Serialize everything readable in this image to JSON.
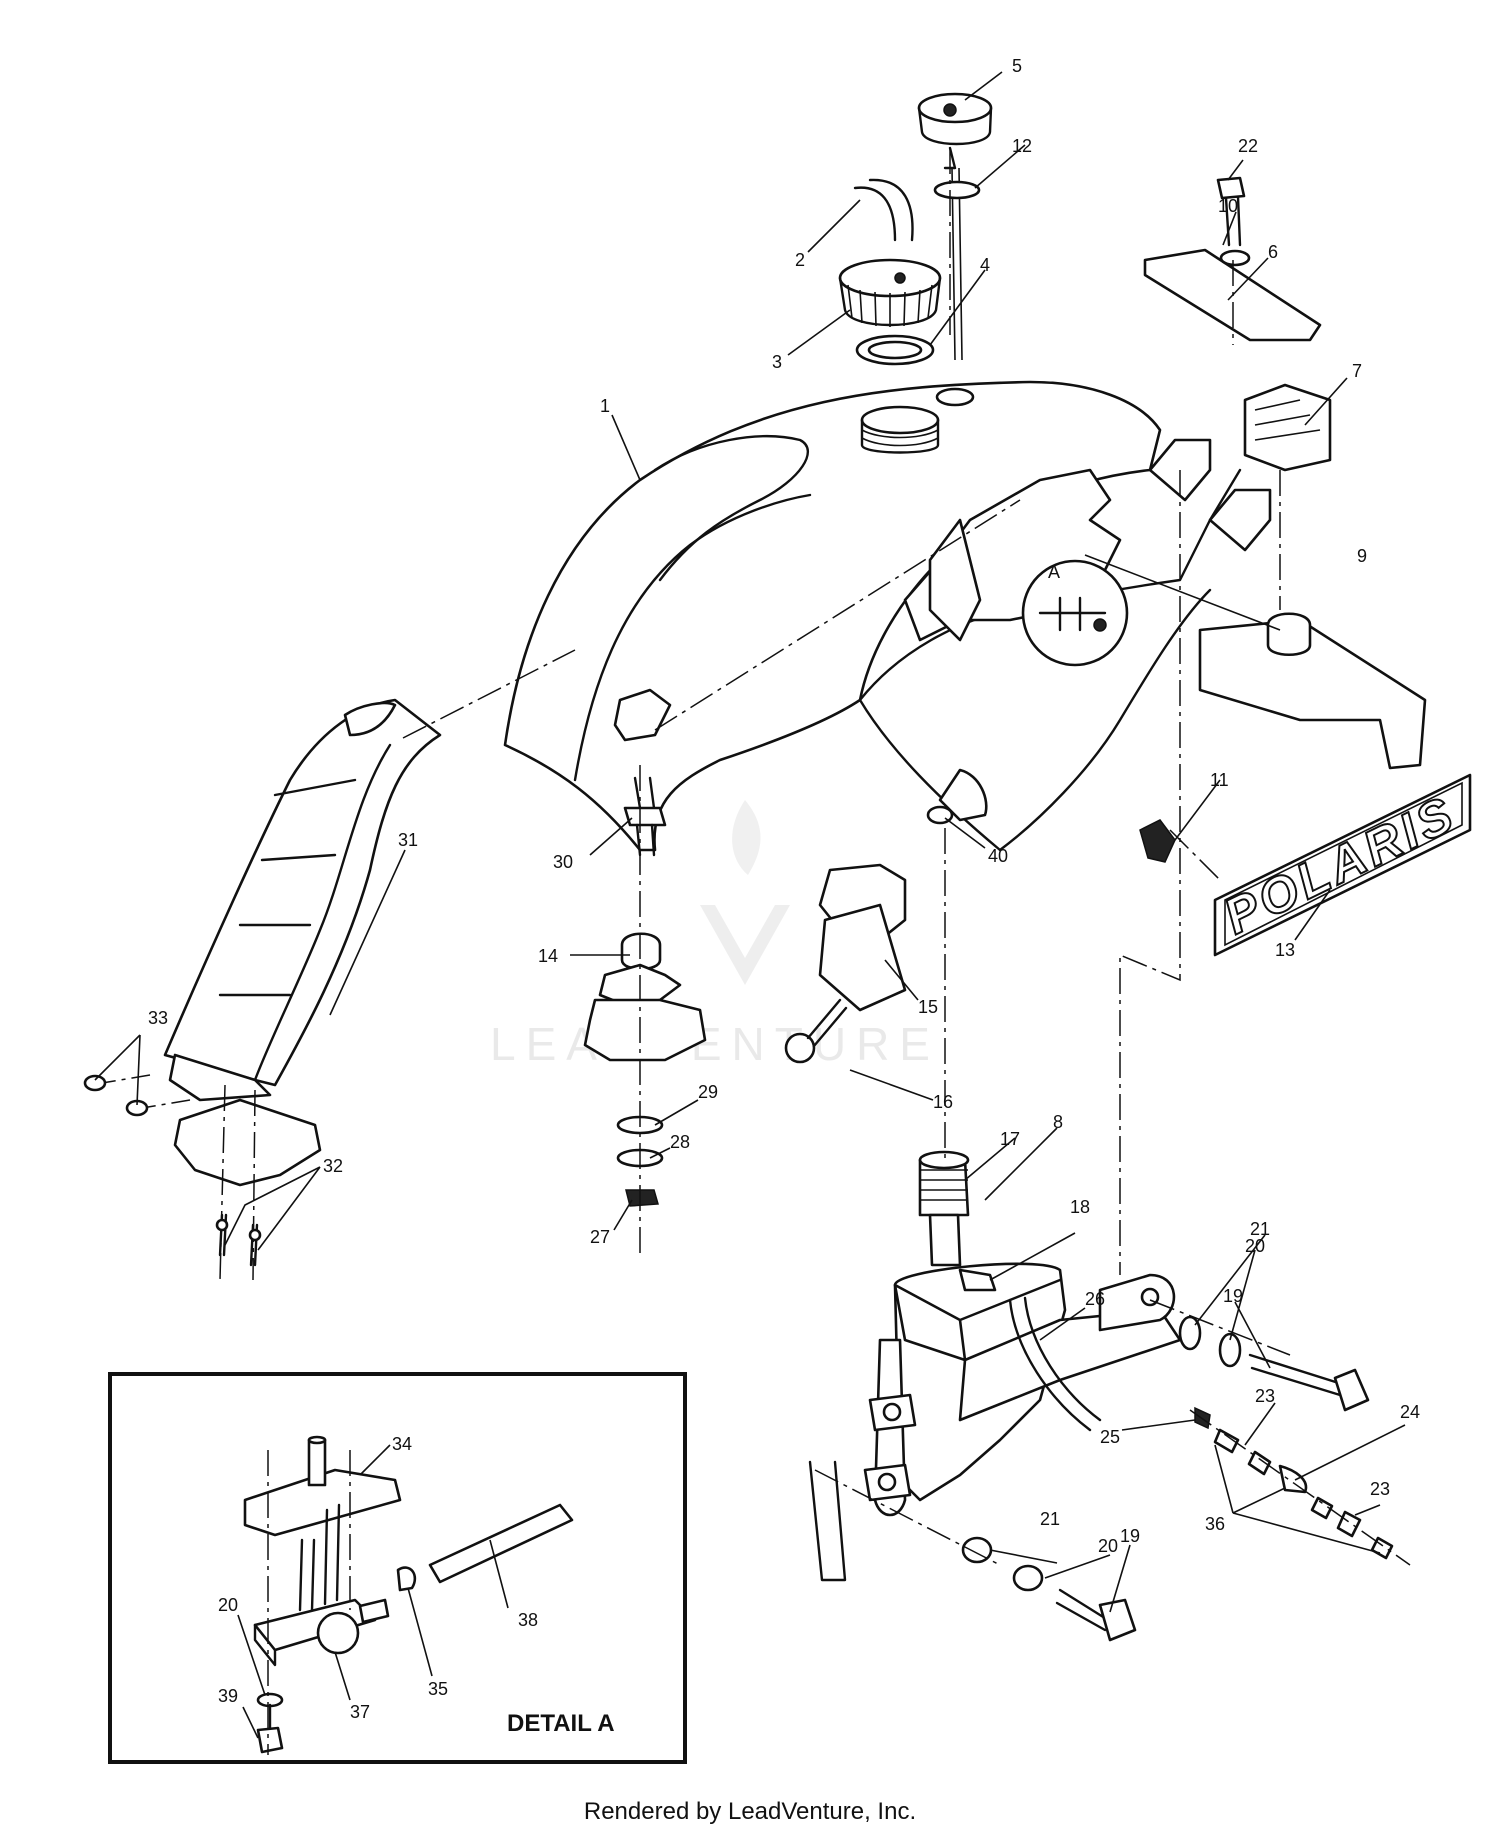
{
  "diagram": {
    "callouts": [
      {
        "id": "c1",
        "text": "1"
      },
      {
        "id": "c2",
        "text": "2"
      },
      {
        "id": "c3",
        "text": "3"
      },
      {
        "id": "c4",
        "text": "4"
      },
      {
        "id": "c5",
        "text": "5"
      },
      {
        "id": "c6",
        "text": "6"
      },
      {
        "id": "c7",
        "text": "7"
      },
      {
        "id": "c8",
        "text": "8"
      },
      {
        "id": "c9",
        "text": "9"
      },
      {
        "id": "c10",
        "text": "10"
      },
      {
        "id": "c11",
        "text": "11"
      },
      {
        "id": "c12",
        "text": "12"
      },
      {
        "id": "c13",
        "text": "13"
      },
      {
        "id": "c14",
        "text": "14"
      },
      {
        "id": "c15",
        "text": "15"
      },
      {
        "id": "c16",
        "text": "16"
      },
      {
        "id": "c17",
        "text": "17"
      },
      {
        "id": "c18",
        "text": "18"
      },
      {
        "id": "c19a",
        "text": "19"
      },
      {
        "id": "c19b",
        "text": "19"
      },
      {
        "id": "c20a",
        "text": "20"
      },
      {
        "id": "c20b",
        "text": "20"
      },
      {
        "id": "c20c",
        "text": "20"
      },
      {
        "id": "c21a",
        "text": "21"
      },
      {
        "id": "c21b",
        "text": "21"
      },
      {
        "id": "c22",
        "text": "22"
      },
      {
        "id": "c23a",
        "text": "23"
      },
      {
        "id": "c23b",
        "text": "23"
      },
      {
        "id": "c24",
        "text": "24"
      },
      {
        "id": "c25",
        "text": "25"
      },
      {
        "id": "c26",
        "text": "26"
      },
      {
        "id": "c27",
        "text": "27"
      },
      {
        "id": "c28",
        "text": "28"
      },
      {
        "id": "c29",
        "text": "29"
      },
      {
        "id": "c30",
        "text": "30"
      },
      {
        "id": "c31",
        "text": "31"
      },
      {
        "id": "c32",
        "text": "32"
      },
      {
        "id": "c33",
        "text": "33"
      },
      {
        "id": "c34",
        "text": "34"
      },
      {
        "id": "c35",
        "text": "35"
      },
      {
        "id": "c36",
        "text": "36"
      },
      {
        "id": "c37",
        "text": "37"
      },
      {
        "id": "c38",
        "text": "38"
      },
      {
        "id": "c39",
        "text": "39"
      },
      {
        "id": "c40",
        "text": "40"
      }
    ],
    "detail_marker": "A",
    "detail_title": "DETAIL A",
    "emblem_text": "POLARIS"
  },
  "watermark": {
    "text": "LEADVENTURE"
  },
  "footer": {
    "text": "Rendered by LeadVenture, Inc."
  }
}
